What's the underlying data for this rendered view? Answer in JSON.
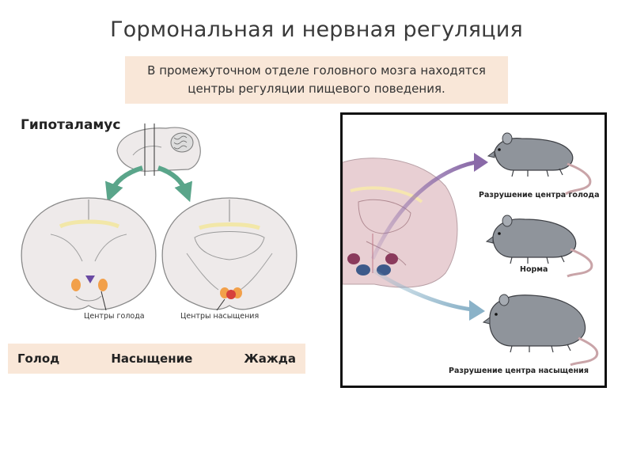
{
  "slide": {
    "title": "Гормональная и нервная регуляция",
    "subtitle": "В промежуточном отделе головного мозга находятся\nцентры регуляции пищевого поведения.",
    "heading": "Гипоталамус"
  },
  "left_figure": {
    "label_hunger_centers": "Центры голода",
    "label_satiety_centers": "Центры насыщения",
    "colors": {
      "brain_fill": "#eeeaea",
      "brain_stroke": "#8a8a8a",
      "arrow_green": "#5aa58a",
      "hunger_center": "#f2a04a",
      "satiety_center": "#d6413d",
      "center_purple": "#6a4aa3"
    }
  },
  "keywords": [
    "Голод",
    "Насыщение",
    "Жажда"
  ],
  "right_figure": {
    "label_hunger_destroyed": "Разрушение центра голода",
    "label_norm": "Норма",
    "label_satiety_destroyed": "Разрушение центра насыщения",
    "colors": {
      "brain_fill": "#e8cfd3",
      "rat_fill": "#8f949b",
      "arrow_purple": "#8a6aa8",
      "arrow_blue": "#8ab2c8",
      "nucleus_top": "#8a3a5c",
      "nucleus_bottom": "#3d5a8a"
    }
  }
}
